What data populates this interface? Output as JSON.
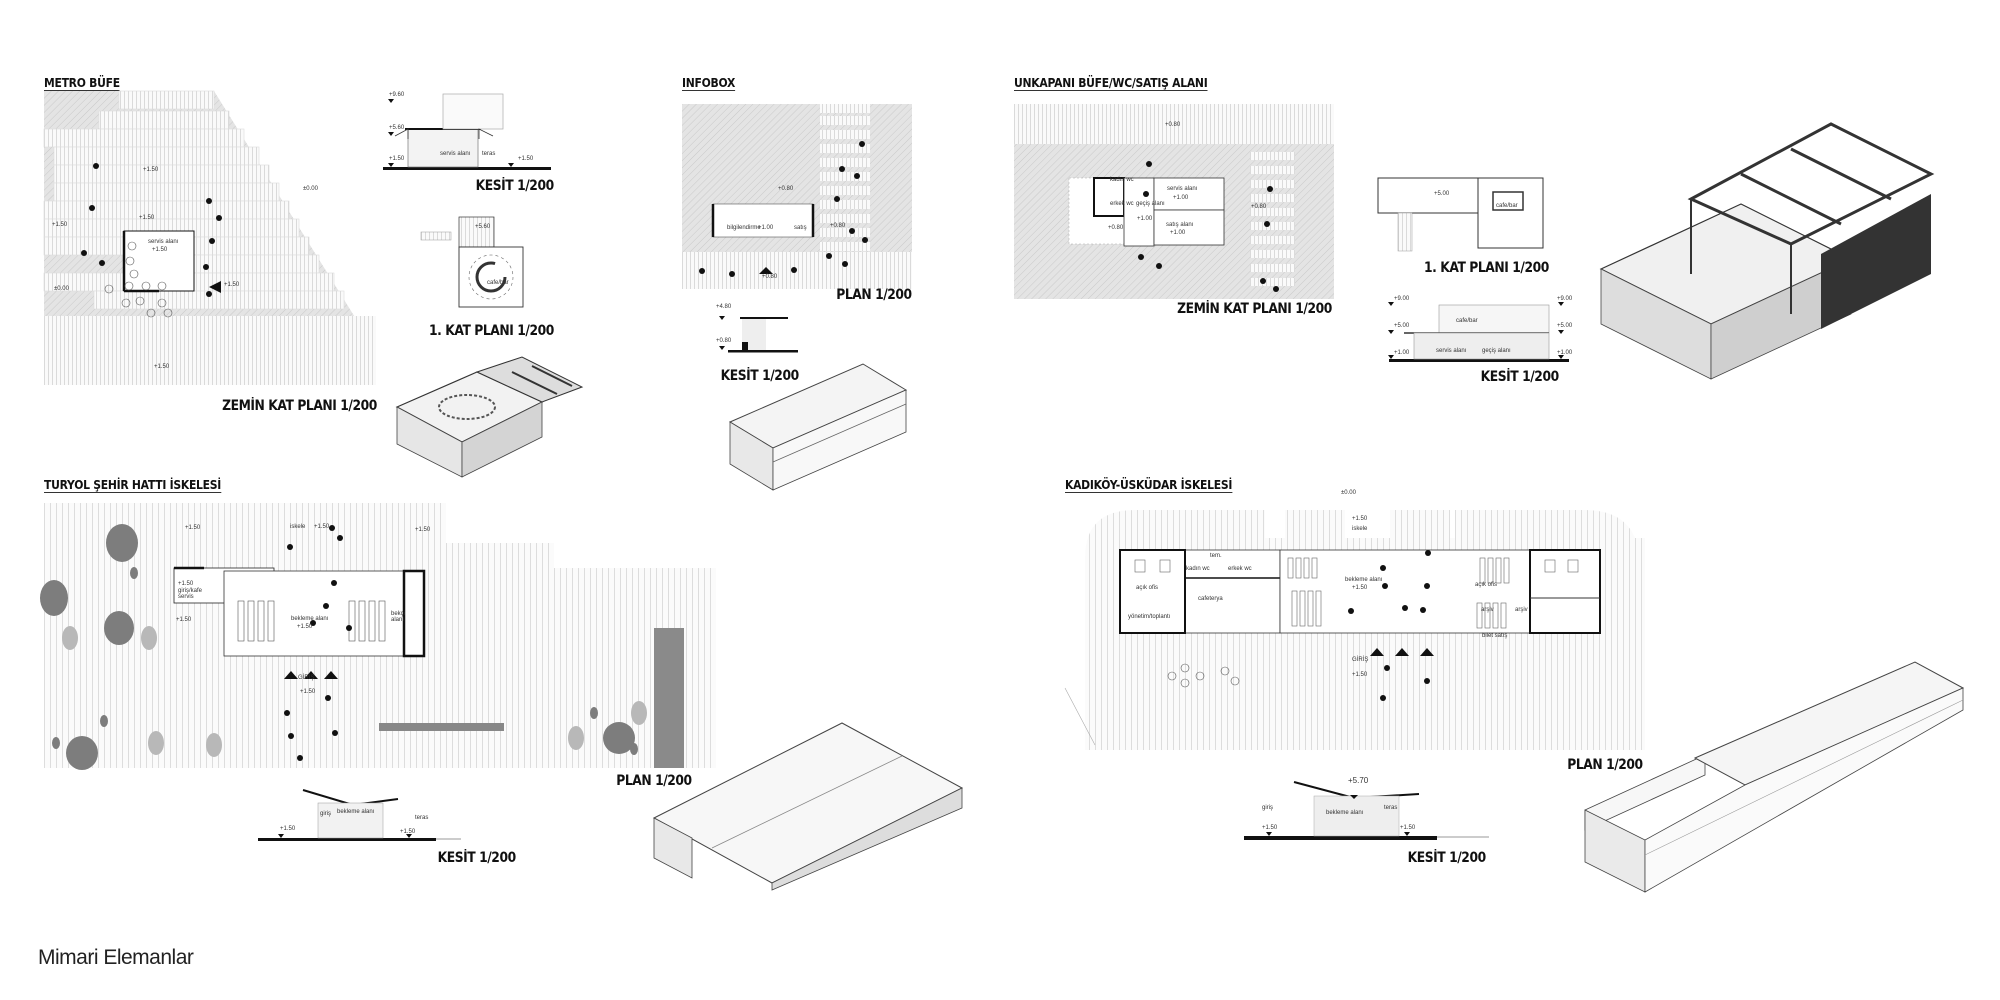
{
  "footer_title": "Mimari Elemanlar",
  "colors": {
    "hatch": "#c8c8c8",
    "ink": "#111111",
    "stone_dark": "#7a7a7a",
    "stone_light": "#b5b5b5"
  },
  "metro": {
    "title": "METRO BÜFE",
    "ground_plan_label": "ZEMİN KAT PLANI 1/200",
    "section_label": "KESİT  1/200",
    "first_floor_label": "1. KAT PLANI 1/200",
    "plan_notes": [
      "+1.50",
      "±0.00",
      "+1.50",
      "+1.50",
      "servis alanı",
      "+1.50",
      "±0.00",
      "+1.50",
      "+1.50"
    ],
    "section_notes": [
      "+9.60",
      "+5.60",
      "+1.50",
      "servis alanı",
      "teras",
      "+1.50"
    ],
    "first_floor_notes": [
      "+5.60",
      "cafe/bar"
    ]
  },
  "infobox": {
    "title": "INFOBOX",
    "plan_label": "PLAN  1/200",
    "section_label": "KESİT  1/200",
    "plan_notes": [
      "+0.80",
      "bilgilendirme",
      "+1.00",
      "satış",
      "+0.80",
      "+0.80"
    ],
    "section_notes": [
      "+4.80",
      "+0.80"
    ]
  },
  "unkapani": {
    "title": "UNKAPANI  BÜFE/WC/SATIŞ ALANI",
    "ground_plan_label": "ZEMİN KAT PLANI 1/200",
    "first_floor_label": "1. KAT PLANI 1/200",
    "section_label": "KESİT 1/200",
    "plan_notes": [
      "+0.80",
      "kadın wc",
      "erkek wc",
      "geçiş alanı",
      "servis alanı",
      "+1.00",
      "+1.00",
      "satış alanı",
      "+1.00",
      "+0.80",
      "+0.80"
    ],
    "first_floor_notes": [
      "+5.00",
      "cafe/bar"
    ],
    "section_notes": [
      "+9.00",
      "+5.00",
      "+1.00",
      "cafe/bar",
      "servis alanı",
      "geçiş alanı",
      "+9.00",
      "+5.00",
      "+1.00"
    ]
  },
  "turyol": {
    "title": "TURYOL ŞEHİR HATTI İSKELESİ",
    "plan_label": "PLAN 1/200",
    "section_label": "KESİT 1/200",
    "plan_notes": [
      "+1.50",
      "iskele",
      "+1.50",
      "+1.50",
      "+1.50",
      "giriş/kafe servis",
      "+1.50",
      "bekleme alanı",
      "+1.50",
      "bekçi alanı",
      "GİRİŞ",
      "+1.50"
    ],
    "section_notes": [
      "giriş",
      "bekleme alanı",
      "teras",
      "+1.50",
      "+1.50"
    ]
  },
  "kadikoy": {
    "title": "KADIKÖY-ÜSKÜDAR İSKELESİ",
    "plan_label": "PLAN 1/200",
    "section_label": "KESİT 1/200",
    "plan_notes": [
      "±0.00",
      "+1.50",
      "iskele",
      "kadın wc",
      "tem.",
      "erkek wc",
      "açık ofis",
      "cafeterya",
      "yönetim/toplantı",
      "bekleme alanı",
      "+1.50",
      "açık ofis",
      "arşiv",
      "arşiv",
      "bilet satış",
      "GİRİŞ",
      "+1.50"
    ],
    "section_notes": [
      "+5.70",
      "giriş",
      "bekleme alanı",
      "teras",
      "+1.50",
      "+1.50"
    ]
  }
}
